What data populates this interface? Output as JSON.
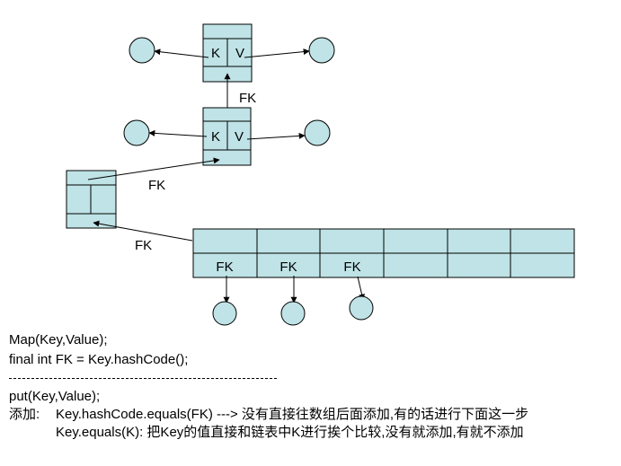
{
  "diagram": {
    "top_node": {
      "k": "K",
      "v": "V"
    },
    "mid_node": {
      "k": "K",
      "v": "V"
    },
    "fk_labels": [
      "FK",
      "FK",
      "FK"
    ],
    "array_cell_labels": [
      "FK",
      "FK",
      "FK"
    ]
  },
  "text": {
    "line1": "Map(Key,Value);",
    "line2": "final int FK = Key.hashCode();",
    "line3": "put(Key,Value);",
    "add_prefix": "添加:",
    "line4": "Key.hashCode.equals(FK) ---> 没有直接往数组后面添加,有的话进行下面这一步",
    "line5": "Key.equals(K): 把Key的值直接和链表中K进行挨个比较,没有就添加,有就不添加"
  },
  "colors": {
    "fill": "#bfe3e6",
    "stroke": "#000000"
  }
}
